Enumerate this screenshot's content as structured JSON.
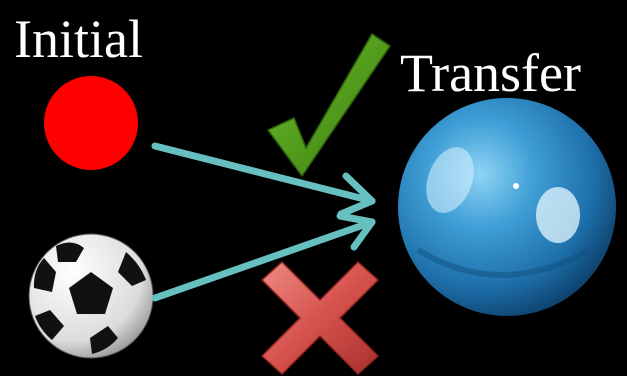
{
  "labels": {
    "initial": "Initial",
    "transfer": "Transfer"
  },
  "objects": [
    {
      "name": "red-ball",
      "color": "#ff0000"
    },
    {
      "name": "soccer-ball",
      "color": "#ffffff"
    },
    {
      "name": "blue-exercise-ball",
      "color": "#2a8fc8"
    }
  ],
  "arrows": {
    "color": "#66c0bf",
    "from_red_ball": "success",
    "from_soccer_ball": "failure"
  },
  "icons": {
    "check": {
      "name": "check-icon",
      "color": "#4f9a1a"
    },
    "cross": {
      "name": "cross-icon",
      "color": "#d6524d"
    }
  }
}
